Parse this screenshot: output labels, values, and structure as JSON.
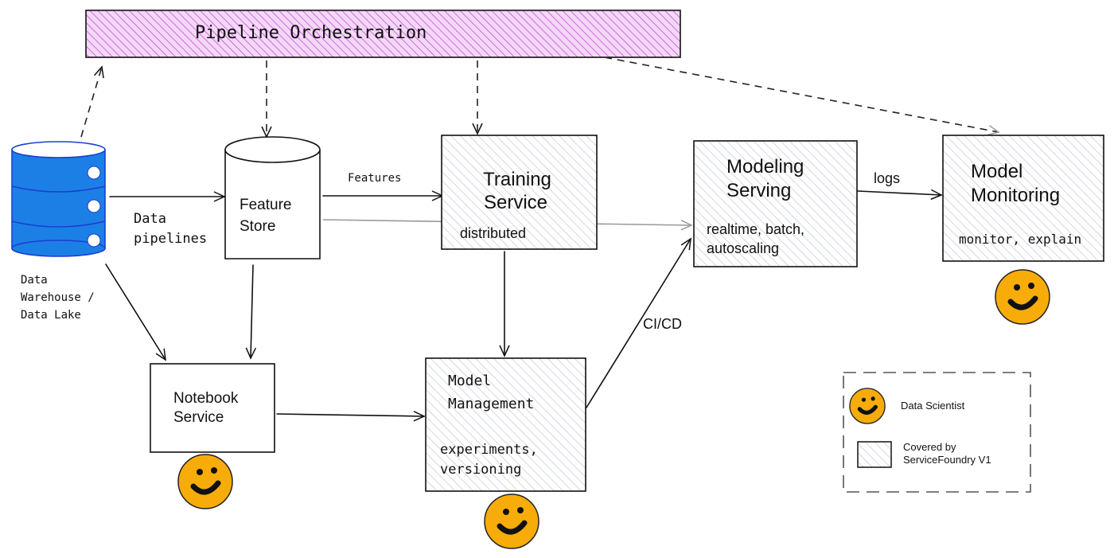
{
  "colors": {
    "orchestration": "#c84fd8",
    "database": "#1c7fe6",
    "smiley": "#f8ac0a",
    "hatch": "#b0b8c4"
  },
  "nodes": {
    "orchestration": {
      "label": "Pipeline Orchestration"
    },
    "warehouse": {
      "label_lines": [
        "Data",
        "Warehouse /",
        "Data Lake"
      ],
      "icon": "database-icon"
    },
    "feature_store": {
      "label_lines": [
        "Feature",
        "Store"
      ]
    },
    "training": {
      "label_lines": [
        "Training",
        "Service"
      ],
      "sub": "distributed"
    },
    "serving": {
      "label_lines": [
        "Modeling",
        "Serving"
      ],
      "sub_lines": [
        "realtime, batch,",
        "autoscaling"
      ]
    },
    "monitoring": {
      "label_lines": [
        "Model",
        "Monitoring"
      ],
      "sub": "monitor, explain"
    },
    "notebook": {
      "label_lines": [
        "Notebook",
        "Service"
      ]
    },
    "management": {
      "label_lines": [
        "Model",
        "Management"
      ],
      "sub_lines": [
        "experiments,",
        "versioning"
      ]
    }
  },
  "edges": {
    "features": "Features",
    "data_pipelines": [
      "Data",
      "pipelines"
    ],
    "logs": "logs",
    "cicd": "CI/CD"
  },
  "legend": {
    "data_scientist": "Data Scientist",
    "covered_lines": [
      "Covered by",
      "ServiceFoundry V1"
    ]
  }
}
